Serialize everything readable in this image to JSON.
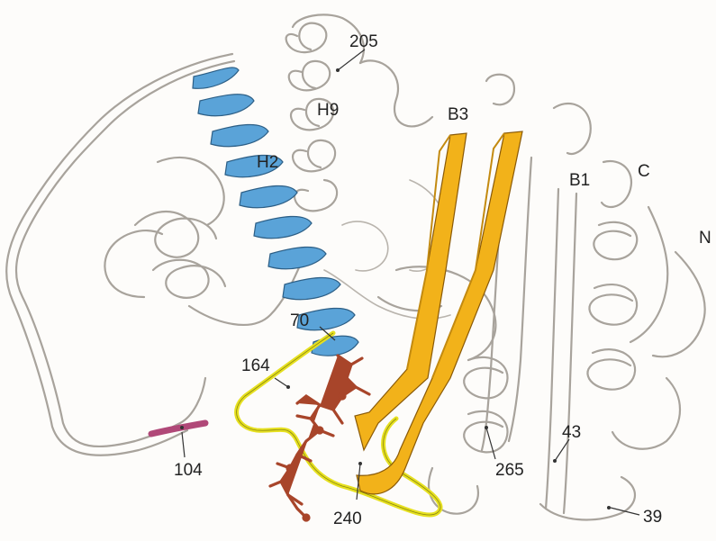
{
  "labels": {
    "h9": "H9",
    "b3": "B3",
    "h2": "H2",
    "b1": "B1",
    "c_term": "C",
    "n_term": "N",
    "r205": "205",
    "r70": "70",
    "r164": "164",
    "r104": "104",
    "r240": "240",
    "r265": "265",
    "r43": "43",
    "r39": "39"
  },
  "colors": {
    "helix_h2": "#5aa3d8",
    "strand_b3": "#f2b21a",
    "loop_active": "#e6e020",
    "ligand": "#a8452a",
    "segment_104": "#b04878",
    "backbone": "#a8a39c"
  }
}
